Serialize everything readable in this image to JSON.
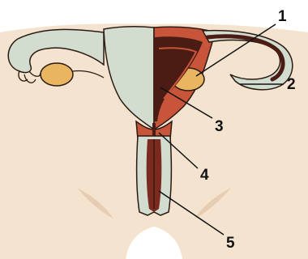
{
  "diagram": {
    "labels": [
      {
        "id": "1",
        "text": "1"
      },
      {
        "id": "2",
        "text": "2"
      },
      {
        "id": "3",
        "text": "3"
      },
      {
        "id": "4",
        "text": "4"
      },
      {
        "id": "5",
        "text": "5"
      }
    ]
  },
  "colors": {
    "background": "#ffffff",
    "skin": "#f4e3cf",
    "skin_shadow": "#e6cdb1",
    "tube_pale": "#d2dccf",
    "muscle_red": "#c8553a",
    "cavity_dark": "#4a1c14",
    "ovary": "#e9b561",
    "outline": "#2a1a12"
  }
}
